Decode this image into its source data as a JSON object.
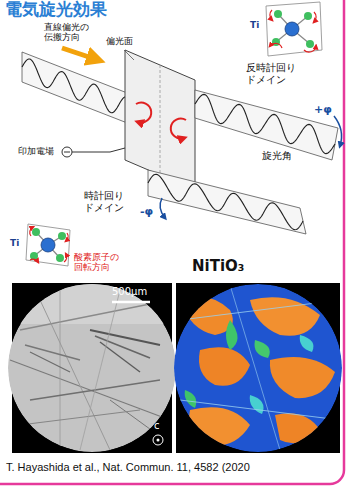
{
  "diagram": {
    "title": "電気旋光効果",
    "caption": "T. Hayashida et al., Nat. Commun. 11, 4582 (2020",
    "labels": [
      "直線偏光の 伝搬方向",
      "Ti",
      "偏光面",
      "反時計回り ドメイン",
      "+φ",
      "印加電場",
      "旋光角",
      "時計回り ドメイン",
      "-φ",
      "Ti",
      "酸素原子の 回転方向",
      "NiTiO₃",
      "500µm",
      "c"
    ]
  }
}
